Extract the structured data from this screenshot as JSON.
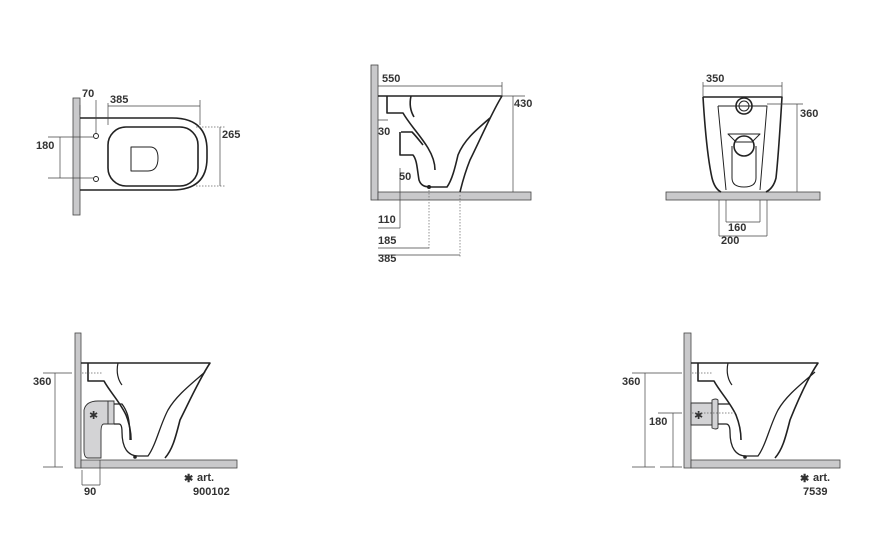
{
  "views": {
    "top": {
      "dims": {
        "wall_offset": "70",
        "length": "385",
        "width": "265",
        "fixing_spacing": "180"
      }
    },
    "side": {
      "dims": {
        "projection": "550",
        "height": "430",
        "inlet": "30",
        "outlet": "50",
        "dist_110": "110",
        "dist_185": "185",
        "dist_385": "385"
      }
    },
    "front": {
      "dims": {
        "width": "350",
        "height": "360",
        "base_inner": "160",
        "base_outer": "200"
      }
    },
    "side_floor_outlet": {
      "dims": {
        "height": "360",
        "offset": "90"
      },
      "note": {
        "symbol": "✱",
        "label": "art.",
        "code": "900102"
      }
    },
    "side_wall_outlet": {
      "dims": {
        "height": "360",
        "outlet_height": "180"
      },
      "note": {
        "symbol": "✱",
        "label": "art.",
        "code": "7539"
      }
    }
  }
}
